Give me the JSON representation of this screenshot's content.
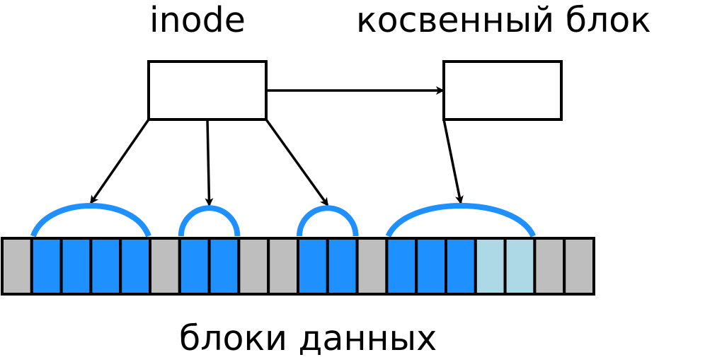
{
  "labels": {
    "inode": "inode",
    "indirect_block": "косвенный блок",
    "data_blocks": "блоки данных"
  },
  "colors": {
    "used": "#1e90ff",
    "preallocated": "#add8e6",
    "free": "#bebebe",
    "arc": "#1e90ff",
    "stroke": "#000000"
  },
  "blocks": [
    "free",
    "used",
    "used",
    "used",
    "used",
    "free",
    "used",
    "used",
    "free",
    "free",
    "used",
    "used",
    "free",
    "used",
    "used",
    "used",
    "preallocated",
    "preallocated",
    "free",
    "free"
  ],
  "extents": [
    {
      "from": 1,
      "to": 4,
      "pointer_source": "inode"
    },
    {
      "from": 6,
      "to": 7,
      "pointer_source": "inode"
    },
    {
      "from": 10,
      "to": 11,
      "pointer_source": "inode"
    },
    {
      "from": 13,
      "to": 17,
      "pointer_source": "indirect_block"
    }
  ],
  "nodes": [
    {
      "id": "inode",
      "label_ref": "labels.inode"
    },
    {
      "id": "indirect_block",
      "label_ref": "labels.indirect_block"
    }
  ],
  "edges": [
    {
      "from": "inode",
      "to": "indirect_block"
    },
    {
      "from": "inode",
      "to": "extent-0"
    },
    {
      "from": "inode",
      "to": "extent-1"
    },
    {
      "from": "inode",
      "to": "extent-2"
    },
    {
      "from": "indirect_block",
      "to": "extent-3"
    }
  ]
}
